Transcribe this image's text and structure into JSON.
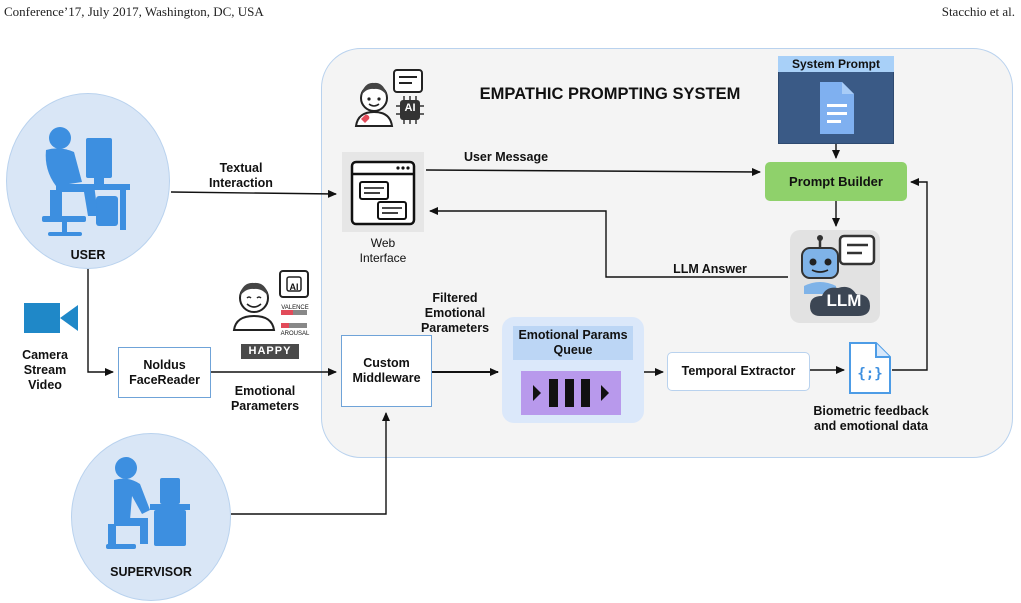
{
  "header": {
    "left": "Conference’17, July 2017, Washington, DC, USA",
    "right": "Stacchio et al."
  },
  "system": {
    "title": "EMPATHIC PROMPTING SYSTEM"
  },
  "nodes": {
    "user": "USER",
    "supervisor": "SUPERVISOR",
    "camera": "Camera\nStream\nVideo",
    "facereader": "Noldus\nFaceReader",
    "middleware": "Custom\nMiddleware",
    "web_interface": "Web\nInterface",
    "system_prompt": "System Prompt",
    "prompt_builder": "Prompt Builder",
    "llm_badge": "LLM",
    "queue": "Emotional Params\nQueue",
    "temporal": "Temporal Extractor",
    "json_glyph": "{;}",
    "biometric": "Biometric feedback\nand emotional data",
    "happy": "HAPPY",
    "valence": "VALENCE",
    "arousal": "AROUSAL",
    "ai_badge": "AI"
  },
  "edges": {
    "textual": "Textual\nInteraction",
    "user_message": "User Message",
    "llm_answer": "LLM Answer",
    "filtered": "Filtered\nEmotional\nParameters",
    "emotional": "Emotional\nParameters"
  },
  "colors": {
    "panel": "#f4f4f4",
    "panel_border": "#b9d2ee",
    "circle": "#d9e6f6",
    "person": "#3d8fe0",
    "prompt_builder": "#8fd16b",
    "system_prompt_bar": "#a8d0f8",
    "system_prompt_body": "#3a5a86",
    "queue_bg": "#dbe8fa",
    "queue_bar": "#b899ec",
    "camera": "#1f88c8",
    "box_border": "#6fa3d8"
  }
}
